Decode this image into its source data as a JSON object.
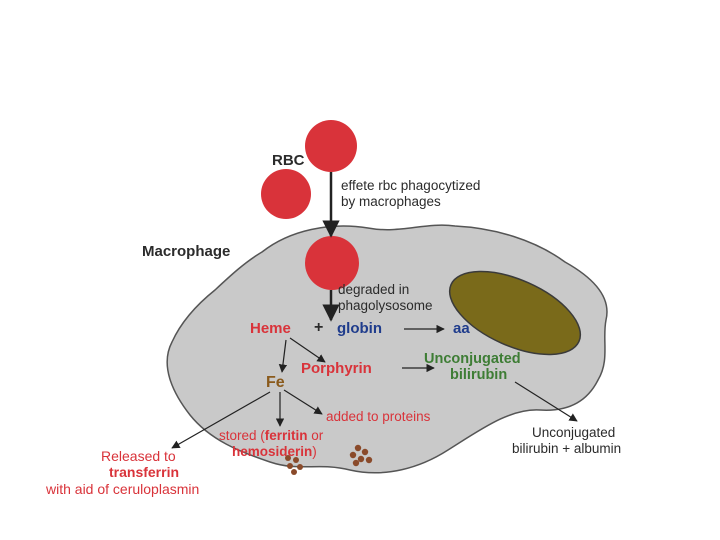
{
  "diagram": {
    "rbc_label": "RBC",
    "step1_line1": "effete rbc phagocytized",
    "step1_line2": "by macrophages",
    "macrophage_label": "Macrophage",
    "step2_line1": "degraded in",
    "step2_line2": "phagolysosome",
    "heme": "Heme",
    "plus": "+",
    "globin": "globin",
    "aa": "aa",
    "porphyrin": "Porphyrin",
    "unconj_line1": "Unconjugated",
    "unconj_line2": "bilirubin",
    "fe": "Fe",
    "added_to_proteins": "added to proteins",
    "stored_prefix": "stored (",
    "ferritin": "ferritin",
    "stored_or": " or",
    "hemosiderin": "hemosiderin",
    "stored_suffix": ")",
    "released_line1": "Released to",
    "transferrin": "transferrin",
    "released_line3": "with aid of ceruloplasmin",
    "albumin_line1": "Unconjugated",
    "albumin_line2": "bilirubin + albumin",
    "colors": {
      "rbc": "#d9333a",
      "cell": "#c9c9c9",
      "cell_outline": "#555555",
      "organelle": "#7a6a1a",
      "heme_red": "#d9333a",
      "globin_blue": "#1f3c8c",
      "bilirubin_green": "#3e7d35",
      "iron_brown": "#8a5a1c"
    }
  }
}
